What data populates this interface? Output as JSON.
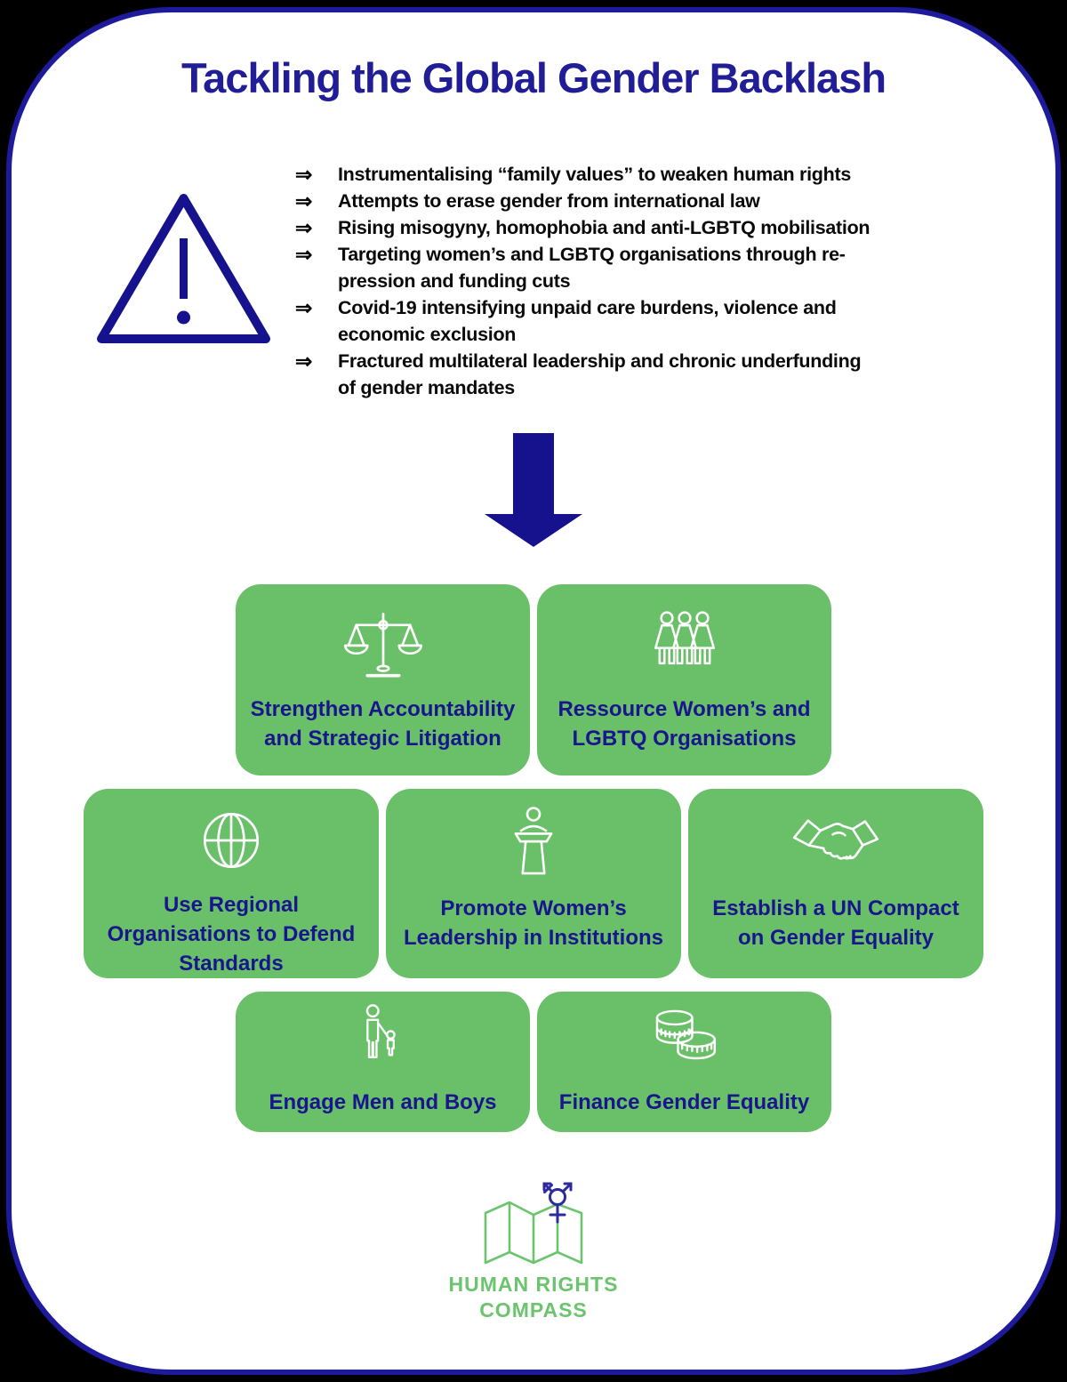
{
  "page": {
    "title": "Tackling the Global Gender Backlash",
    "colors": {
      "navy_border": "#1d1a9c",
      "navy_title": "#201d96",
      "navy_label": "#19158c",
      "navy_icon": "#16128e",
      "box_green": "#6abf69",
      "logo_green": "#6cc46f",
      "bullet_black": "#0a0a0a"
    }
  },
  "warning_list": {
    "icon": "warning-triangle-icon",
    "bullet_glyph": "⇒",
    "items": [
      {
        "lines": [
          "Instrumentalising “family values” to weaken human rights"
        ]
      },
      {
        "lines": [
          "Attempts to erase gender from international law"
        ]
      },
      {
        "lines": [
          "Rising misogyny, homophobia and anti-LGBTQ mobilisation"
        ]
      },
      {
        "lines": [
          "Targeting women’s and LGBTQ organisations through re-",
          "pression and funding cuts"
        ]
      },
      {
        "lines": [
          "Covid-19 intensifying unpaid care burdens, violence and",
          "economic exclusion"
        ]
      },
      {
        "lines": [
          "Fractured multilateral leadership and chronic underfunding",
          "of gender mandates"
        ]
      }
    ]
  },
  "flow_arrow": {
    "icon": "down-arrow-icon"
  },
  "solutions": {
    "rows": [
      [
        {
          "icon": "scales-icon",
          "lines": [
            "Strengthen Accountability",
            "and Strategic Litigation"
          ]
        },
        {
          "icon": "women-group-icon",
          "lines": [
            "Ressource Women’s and",
            "LGBTQ Organisations"
          ]
        }
      ],
      [
        {
          "icon": "globe-icon",
          "lines": [
            "Use Regional",
            "Organisations to Defend",
            "Standards"
          ]
        },
        {
          "icon": "podium-icon",
          "lines": [
            "Promote Women’s",
            "Leadership in Institutions"
          ]
        },
        {
          "icon": "handshake-icon",
          "lines": [
            "Establish a UN Compact",
            "on Gender Equality"
          ]
        }
      ],
      [
        {
          "icon": "man-and-child-icon",
          "lines": [
            "Engage Men and Boys"
          ]
        },
        {
          "icon": "coins-icon",
          "lines": [
            "Finance Gender Equality"
          ]
        }
      ]
    ]
  },
  "logo": {
    "icon": "human-rights-compass-logo",
    "lines": [
      "HUMAN RIGHTS",
      "COMPASS"
    ]
  }
}
